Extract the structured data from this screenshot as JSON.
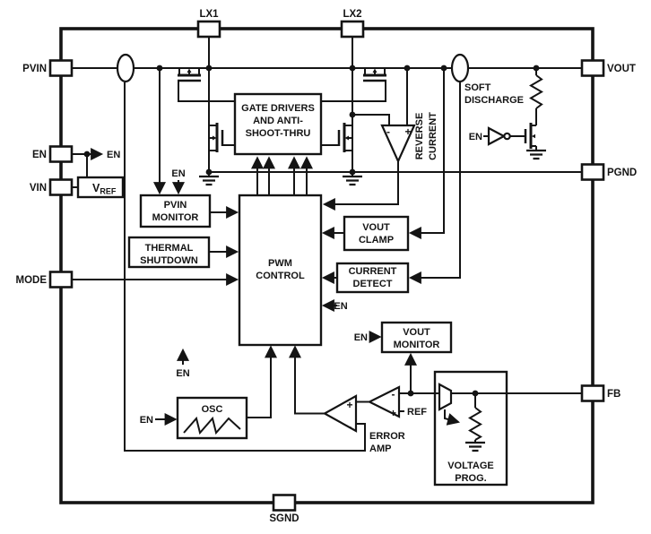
{
  "diagram": {
    "pins": {
      "lx1": "LX1",
      "lx2": "LX2",
      "pvin": "PVIN",
      "en": "EN",
      "vin": "VIN",
      "mode": "MODE",
      "vout": "VOUT",
      "pgnd": "PGND",
      "fb": "FB",
      "sgnd": "SGND"
    },
    "blocks": {
      "gate_drivers": {
        "line1": "GATE DRIVERS",
        "line2": "AND ANTI-",
        "line3": "SHOOT-THRU"
      },
      "pwm_control": {
        "line1": "PWM",
        "line2": "CONTROL"
      },
      "pvin_monitor": {
        "line1": "PVIN",
        "line2": "MONITOR"
      },
      "thermal_shutdown": {
        "line1": "THERMAL",
        "line2": "SHUTDOWN"
      },
      "vout_clamp": {
        "line1": "VOUT",
        "line2": "CLAMP"
      },
      "current_detect": {
        "line1": "CURRENT",
        "line2": "DETECT"
      },
      "vout_monitor": {
        "line1": "VOUT",
        "line2": "MONITOR"
      },
      "osc": {
        "line1": "OSC"
      },
      "voltage_prog": {
        "line1": "VOLTAGE",
        "line2": "PROG."
      },
      "vref": {
        "main": "V",
        "sub": "REF"
      }
    },
    "labels": {
      "en": "EN",
      "ref": "REF",
      "soft_discharge": {
        "line1": "SOFT",
        "line2": "DISCHARGE"
      },
      "reverse_current": {
        "line1": "REVERSE",
        "line2": "CURRENT"
      },
      "error_amp": {
        "line1": "ERROR",
        "line2": "AMP"
      },
      "plus": "+",
      "minus": "-"
    },
    "colors": {
      "ink": "#141414",
      "background": "#ffffff"
    }
  }
}
